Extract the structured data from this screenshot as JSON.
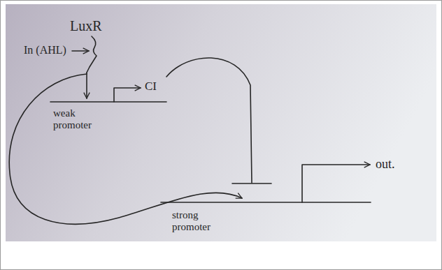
{
  "diagram": {
    "labels": [
      "LuxR",
      "In (AHL)",
      "CI",
      "out.",
      "weak promoter",
      "strong promoter"
    ]
  }
}
